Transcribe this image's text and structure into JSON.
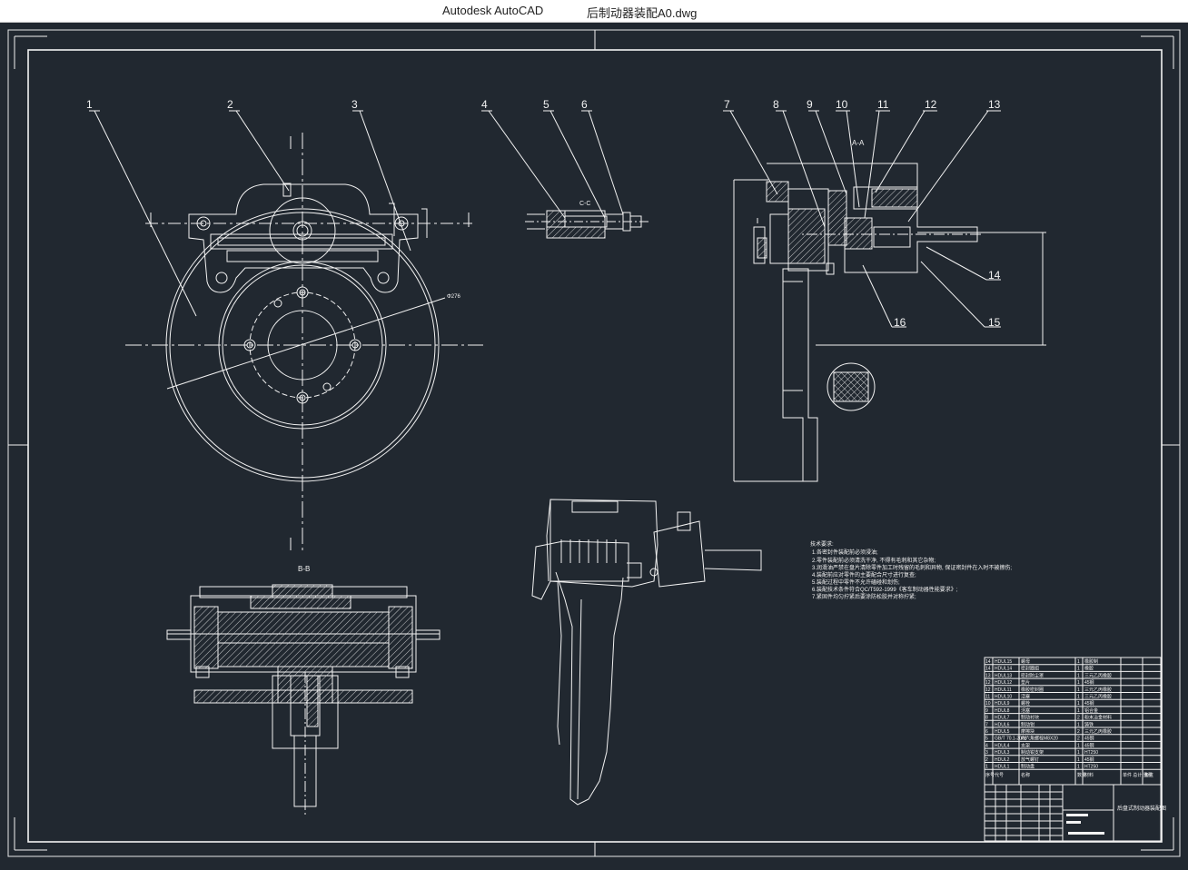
{
  "window": {
    "app_name": "Autodesk AutoCAD",
    "document_name": "后制动器装配A0.dwg"
  },
  "drawing": {
    "balloons": [
      "1",
      "2",
      "3",
      "4",
      "5",
      "6",
      "7",
      "8",
      "9",
      "10",
      "11",
      "12",
      "13",
      "14",
      "15",
      "16"
    ],
    "section_labels": {
      "a_a": "A-A",
      "b_b": "B-B",
      "c_c": "C-C"
    },
    "technical_requirements": {
      "heading": "技术要求:",
      "items": [
        "1.各密封件装配前必须浸油;",
        "2.零件装配前必须清洗干净, 不得有毛刺和其它杂物;",
        "3.润滑油严禁在盘片清除零件加工时残留的毛刺和异物, 保证密封件在入时不被擦伤;",
        "4.装配前应对零件的主要配合尺寸进行复查;",
        "5.装配过程中零件不允许磕碰和划伤;",
        "6.装配技术条件符合QC/T592-1999《客车制动器性能要求》;",
        "7.紧固件均匀拧紧后要涂防松胶并对称拧紧;"
      ]
    },
    "parts_list": {
      "header": [
        "序号",
        "代号",
        "名称",
        "数量",
        "材料",
        "单件 总计 重量",
        "备注"
      ],
      "rows": [
        [
          "14",
          "HDUL15",
          "螺母",
          "1",
          "橡胶制",
          ""
        ],
        [
          "14",
          "HDUL14",
          "密封圈组",
          "1",
          "橡胶",
          ""
        ],
        [
          "13",
          "HDUL13",
          "密封防尘罩",
          "1",
          "三元乙丙橡胶",
          ""
        ],
        [
          "12",
          "HDUL12",
          "垫片",
          "1",
          "45钢",
          ""
        ],
        [
          "12",
          "HDUL11",
          "橡胶密封圈",
          "1",
          "三元乙丙橡胶",
          ""
        ],
        [
          "11",
          "HDUL10",
          "活塞",
          "1",
          "三元乙丙橡胶",
          ""
        ],
        [
          "10",
          "HDUL9",
          "螺栓",
          "1",
          "45钢",
          ""
        ],
        [
          "9",
          "HDUL8",
          "活塞",
          "1",
          "铝合金",
          ""
        ],
        [
          "8",
          "HDUL7",
          "制动衬块",
          "2",
          "粉末冶金材料",
          ""
        ],
        [
          "7",
          "HDUL6",
          "制动钳",
          "1",
          "铸铁",
          ""
        ],
        [
          "6",
          "HDUL5",
          "摩擦块",
          "2",
          "三元乙丙橡胶",
          ""
        ],
        [
          "5",
          "GB/T 70.1-2008",
          "内六角螺栓M8X20",
          "2",
          "45钢",
          ""
        ],
        [
          "4",
          "HDUL4",
          "支架",
          "1",
          "45钢",
          ""
        ],
        [
          "3",
          "HDUL3",
          "制动钳支架",
          "1",
          "HT250",
          ""
        ],
        [
          "2",
          "HDUL2",
          "放气螺钉",
          "1",
          "45钢",
          ""
        ],
        [
          "1",
          "HDUL1",
          "制动盘",
          "1",
          "HT250",
          ""
        ]
      ]
    },
    "title_block": {
      "title": "后盘式制动器装配图"
    }
  }
}
